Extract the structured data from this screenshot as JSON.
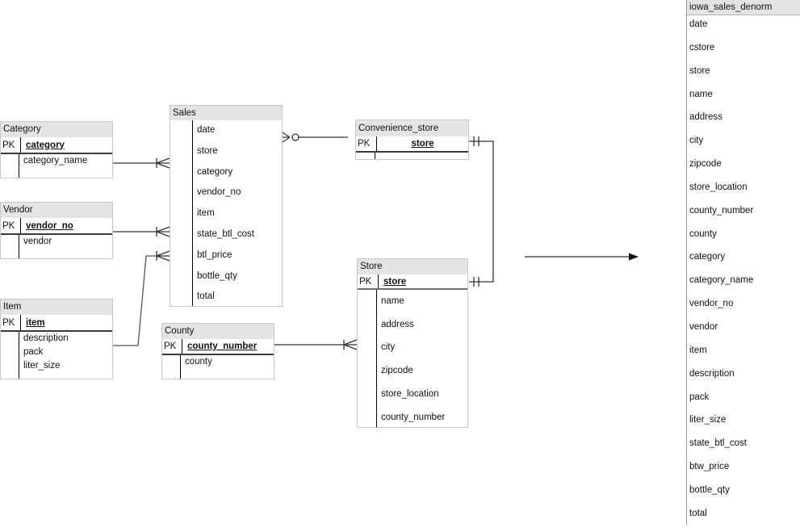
{
  "labels": {
    "pk": "PK"
  },
  "entities": [
    {
      "name": "Category",
      "pk": "category",
      "fields": [
        "category_name"
      ]
    },
    {
      "name": "Vendor",
      "pk": "vendor_no",
      "fields": [
        "vendor"
      ]
    },
    {
      "name": "Item",
      "pk": "item",
      "fields": [
        "description",
        "pack",
        "liter_size"
      ]
    },
    {
      "name": "Sales",
      "pk": null,
      "fields": [
        "date",
        "store",
        "category",
        "vendor_no",
        "item",
        "state_btl_cost",
        "btl_price",
        "bottle_qty",
        "total"
      ]
    },
    {
      "name": "County",
      "pk": "county_number",
      "fields": [
        "county"
      ]
    },
    {
      "name": "Convenience_store",
      "pk": "store",
      "fields": []
    },
    {
      "name": "Store",
      "pk": "store",
      "fields": [
        "name",
        "address",
        "city",
        "zipcode",
        "store_location",
        "county_number"
      ]
    }
  ],
  "denorm": {
    "title": "iowa_sales_denorm",
    "fields": [
      "date",
      "cstore",
      "store",
      "name",
      "address",
      "city",
      "zipcode",
      "store_location",
      "county_number",
      "county",
      "category",
      "category_name",
      "vendor_no",
      "vendor",
      "item",
      "description",
      "pack",
      "liter_size",
      "state_btl_cost",
      "btw_price",
      "bottle_qty",
      "total"
    ]
  },
  "relationships": [
    {
      "from": "Category",
      "to": "Sales",
      "from_end": "one",
      "to_end": "one-or-many"
    },
    {
      "from": "Vendor",
      "to": "Sales",
      "from_end": "one",
      "to_end": "one-or-many"
    },
    {
      "from": "Item",
      "to": "Sales",
      "from_end": "one",
      "to_end": "one-or-many"
    },
    {
      "from": "County",
      "to": "Store",
      "from_end": "one",
      "to_end": "one-or-many"
    },
    {
      "from": "Sales",
      "to": "Convenience_store",
      "from_end": "zero-or-many",
      "to_end": "plain"
    },
    {
      "from": "Convenience_store",
      "to": "Store",
      "from_end": "exactly-one",
      "to_end": "exactly-one"
    },
    {
      "type": "flow-arrow",
      "from": "diagram",
      "to": "iowa_sales_denorm"
    }
  ]
}
